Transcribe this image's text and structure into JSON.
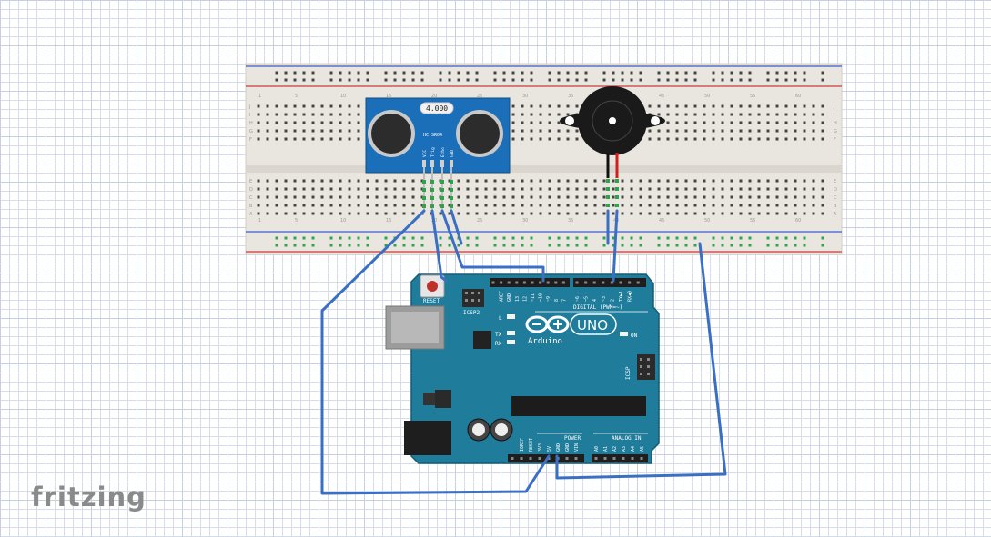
{
  "app": {
    "logo": "fritzing"
  },
  "sensor": {
    "model": "HC-SR04",
    "display": "4.000",
    "pins": [
      "VCC",
      "Trig",
      "Echo",
      "GND"
    ]
  },
  "arduino": {
    "brand": "Arduino",
    "model": "UNO",
    "reset": "RESET",
    "icsp2": "ICSP2",
    "icsp": "ICSP",
    "on": "ON",
    "led_l": "L",
    "led_tx": "TX",
    "led_rx": "RX",
    "digital_label": "DIGITAL (PWM=~)",
    "power_label": "POWER",
    "analog_label": "ANALOG IN",
    "digital_pins": [
      "AREF",
      "GND",
      "13",
      "12",
      "~11",
      "~10",
      "~9",
      "8",
      "7",
      "~6",
      "~5",
      "4",
      "~3",
      "2",
      "TX▶1",
      "RX◀0"
    ],
    "power_pins": [
      "IOREF",
      "RESET",
      "3V3",
      "5V",
      "GND",
      "GND",
      "VIN"
    ],
    "analog_pins": [
      "A0",
      "A1",
      "A2",
      "A3",
      "A4",
      "A5"
    ]
  },
  "breadboard": {
    "column_labels": [
      "1",
      "5",
      "10",
      "15",
      "20",
      "25",
      "30",
      "35",
      "40",
      "45",
      "50",
      "55",
      "60"
    ],
    "row_labels": [
      "J",
      "I",
      "H",
      "G",
      "F",
      "E",
      "D",
      "C",
      "B",
      "A"
    ]
  },
  "colors": {
    "wire": "#3a6fc4",
    "board": "#1f7c9a",
    "sensor_board": "#1a6fb8",
    "breadboard": "#e9e6df"
  }
}
